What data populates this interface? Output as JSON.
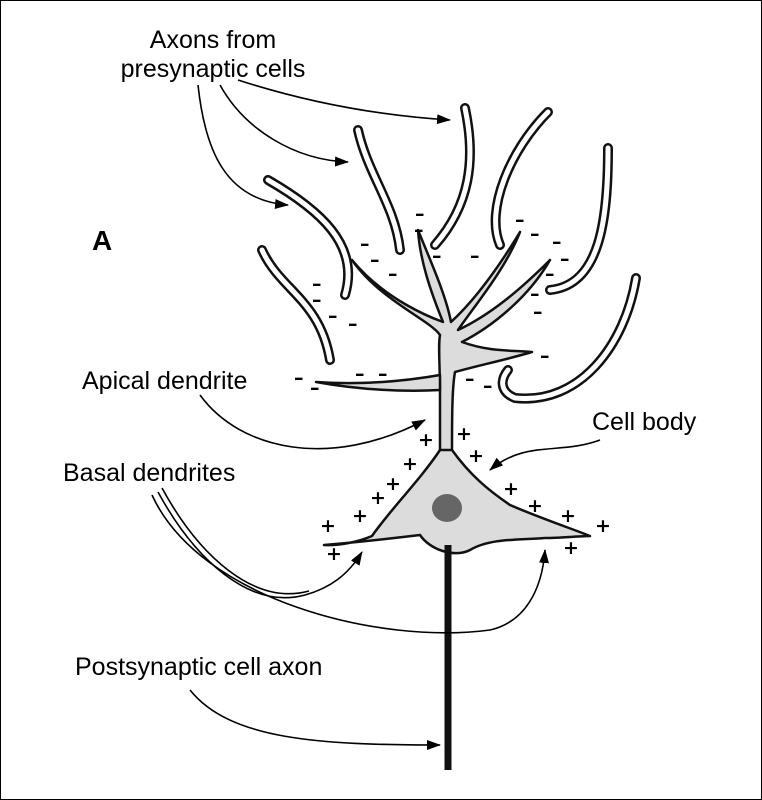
{
  "panel_letter": "A",
  "labels": {
    "axons_line1": "Axons from",
    "axons_line2": "presynaptic cells",
    "apical": "Apical dendrite",
    "cell_body": "Cell body",
    "basal": "Basal dendrites",
    "post_axon": "Postsynaptic cell axon"
  },
  "charges": {
    "negative": "–",
    "positive": "+"
  },
  "colors": {
    "cytoplasm": "#dcdcdc",
    "nucleus": "#666666",
    "outline": "#111111"
  }
}
